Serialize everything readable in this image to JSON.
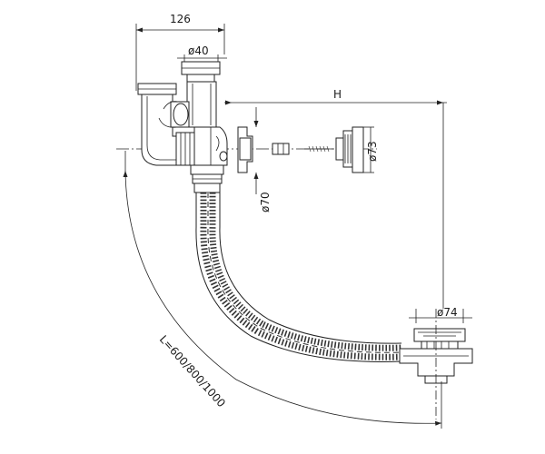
{
  "dimensions": {
    "width_126": "126",
    "dia_40": "ø40",
    "height_H": "H",
    "dia_73": "ø73",
    "dia_70": "ø70",
    "dia_74": "ø74",
    "length_L": "L=600/800/1000"
  }
}
